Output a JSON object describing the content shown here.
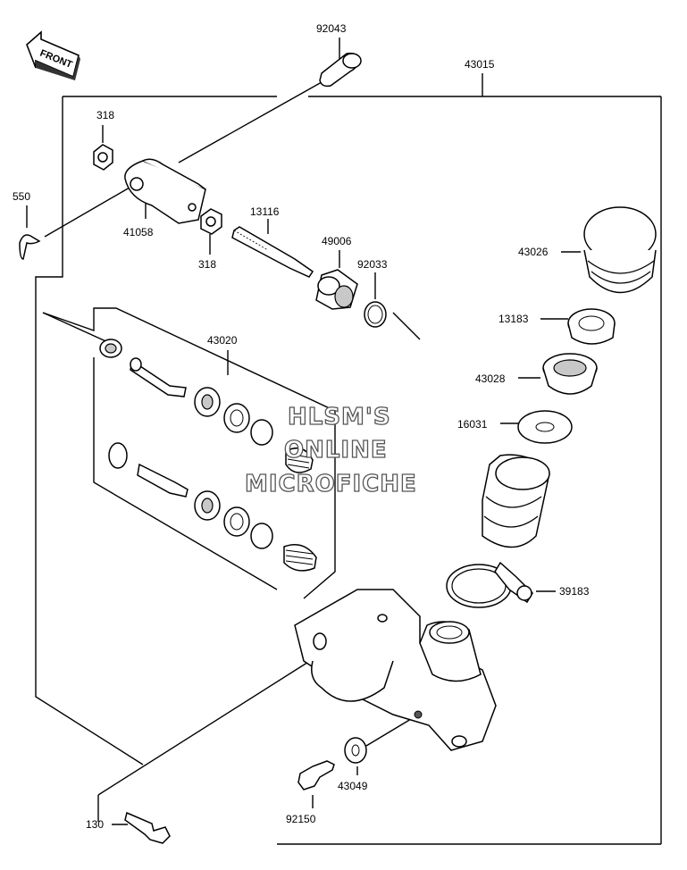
{
  "direction_arrow": {
    "label": "FRONT"
  },
  "watermark": {
    "line1": "HLSM'S",
    "line2": "ONLINE",
    "line3": "MICROFICHE"
  },
  "labels": {
    "p92043": "92043",
    "p43015": "43015",
    "p318_top": "318",
    "p550": "550",
    "p41058": "41058",
    "p318_bottom": "318",
    "p13116": "13116",
    "p49006": "49006",
    "p92033": "92033",
    "p43026": "43026",
    "p13183": "13183",
    "p43020": "43020",
    "p43028": "43028",
    "p16031": "16031",
    "p39183": "39183",
    "p43049": "43049",
    "p92150": "92150",
    "p130": "130"
  }
}
